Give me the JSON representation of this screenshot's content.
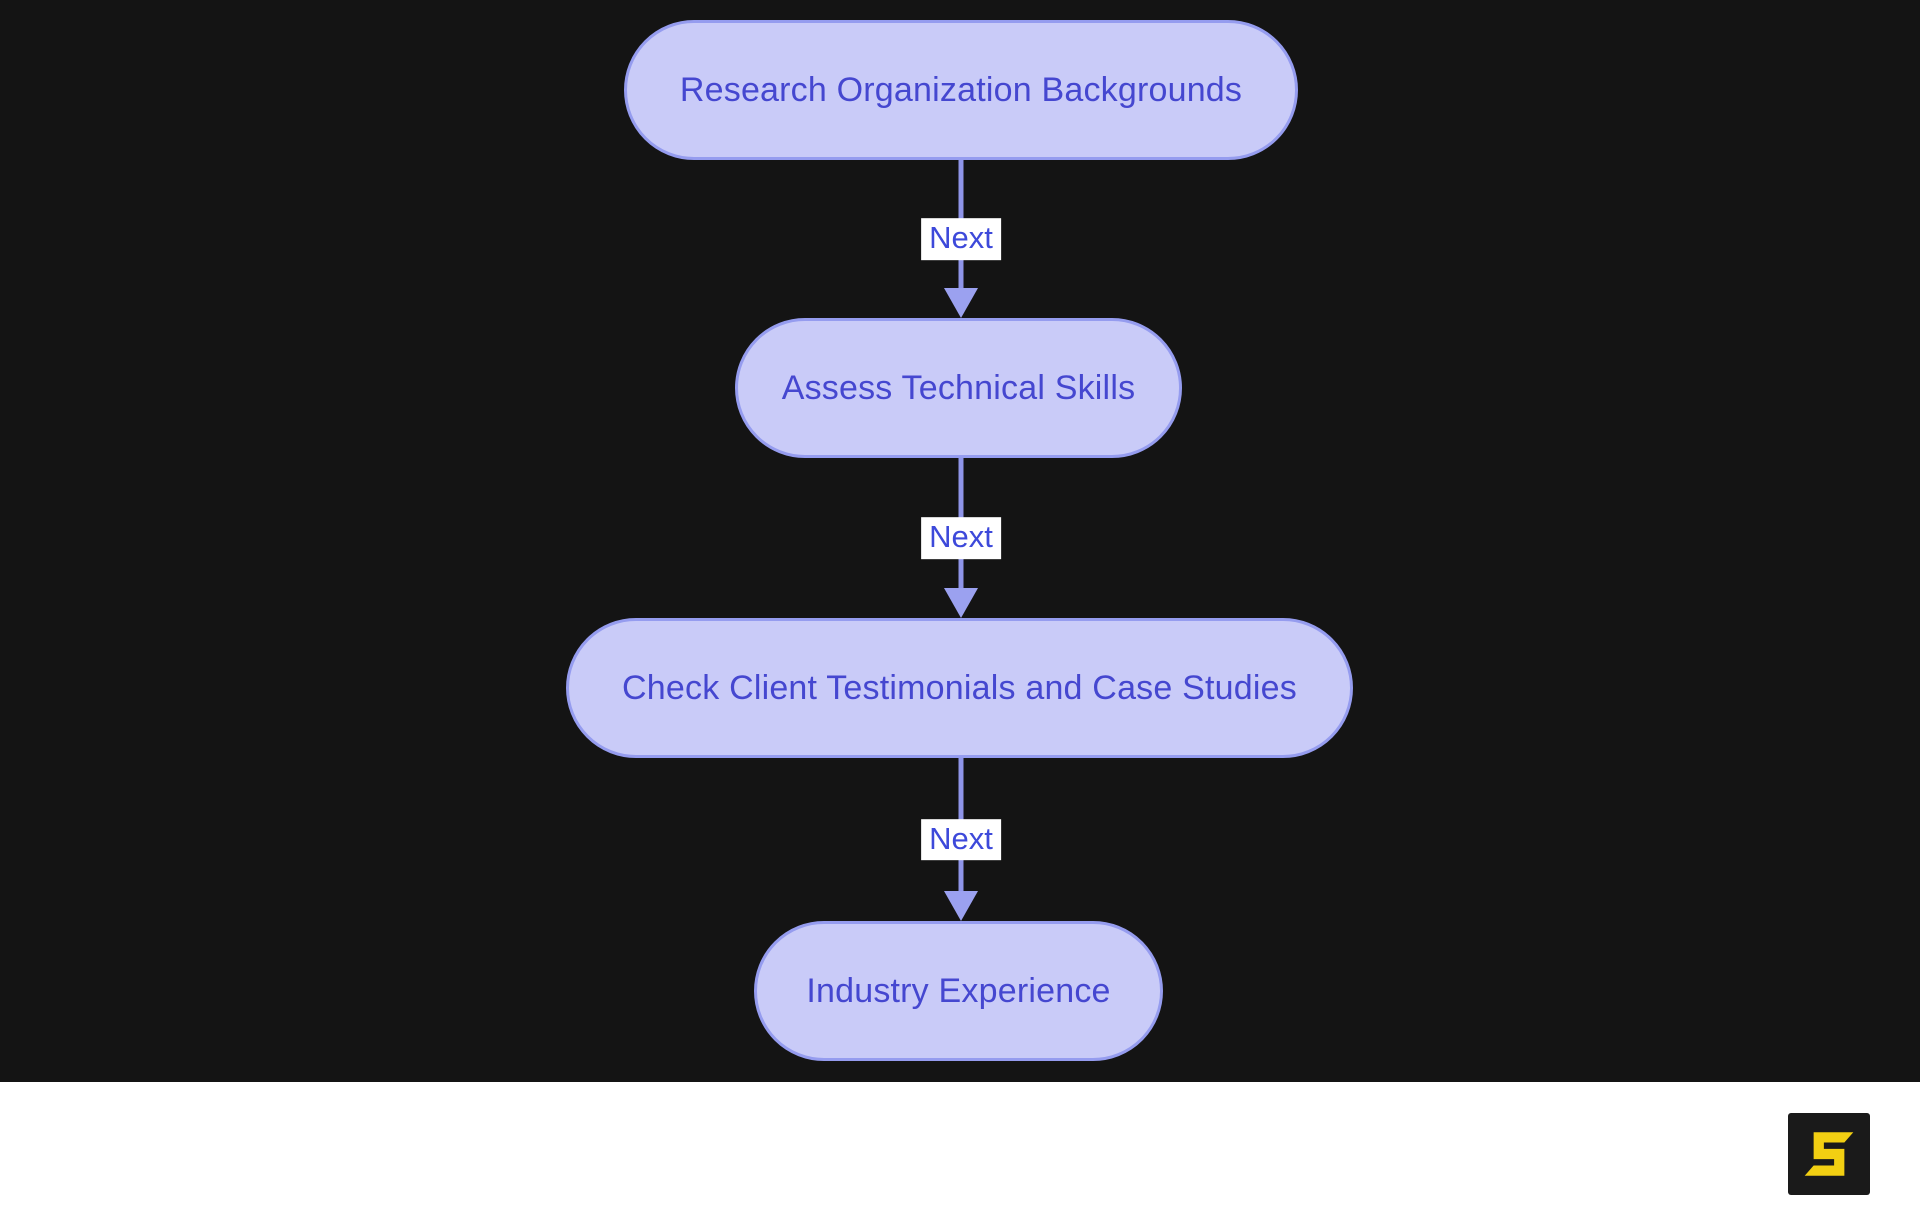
{
  "diagram": {
    "type": "flowchart",
    "direction": "top-down",
    "background_color": "#141414",
    "node_fill_color": "#c9cbf8",
    "node_border_color": "#959cef",
    "node_text_color": "#4547d0",
    "arrow_color": "#8f95e9",
    "arrowhead_color": "#9ba1f0",
    "edge_label_color": "#3d49da",
    "edge_label_background": "#ffffff",
    "nodes": [
      {
        "id": "research",
        "label": "Research Organization Backgrounds"
      },
      {
        "id": "assess",
        "label": "Assess Technical Skills"
      },
      {
        "id": "check",
        "label": "Check Client Testimonials and Case Studies"
      },
      {
        "id": "industry",
        "label": "Industry Experience"
      }
    ],
    "edges": [
      {
        "from": "research",
        "to": "assess",
        "label": "Next"
      },
      {
        "from": "assess",
        "to": "check",
        "label": "Next"
      },
      {
        "from": "check",
        "to": "industry",
        "label": "Next"
      }
    ]
  },
  "footer": {
    "background_color": "#ffffff",
    "logo": {
      "letter": "S",
      "letter_color": "#f2cf12",
      "tile_color": "#1a1a1a"
    }
  }
}
